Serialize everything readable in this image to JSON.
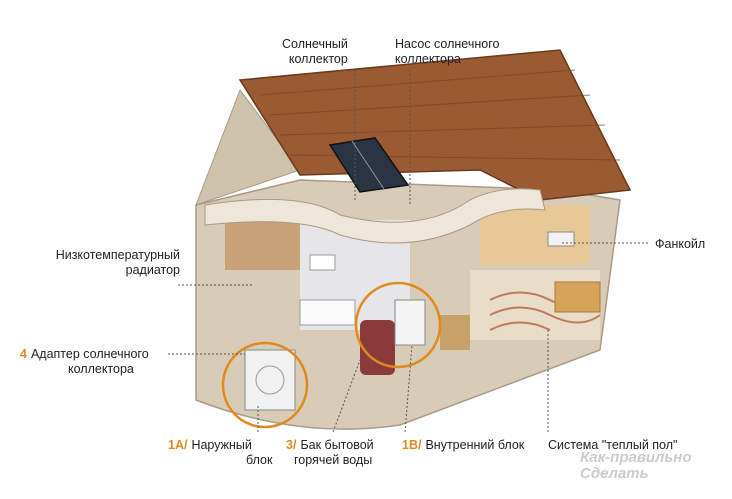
{
  "labels": {
    "solar_collector": [
      "Солнечный",
      "коллектор"
    ],
    "solar_pump": [
      "Насос солнечного",
      "коллектора"
    ],
    "radiator": [
      "Низкотемпературный",
      "радиатор"
    ],
    "fancoil": "Фанкойл",
    "adapter": {
      "num": "4",
      "text": [
        "Адаптер  солнечного",
        "коллектора"
      ]
    },
    "outdoor": {
      "num": "1A/",
      "text": [
        "Наружный",
        "блок"
      ]
    },
    "tank": {
      "num": "3/",
      "text": [
        "Бак бытовой",
        "горячей воды"
      ]
    },
    "indoor": {
      "num": "1B/",
      "text": "Внутренний блок"
    },
    "floor": "Система \"теплый пол\""
  },
  "watermark": [
    "Как-правильно",
    "Сделать"
  ],
  "colors": {
    "accent": "#e08a1e",
    "roof": "#9a5a32",
    "wall": "#d8ccb8"
  }
}
